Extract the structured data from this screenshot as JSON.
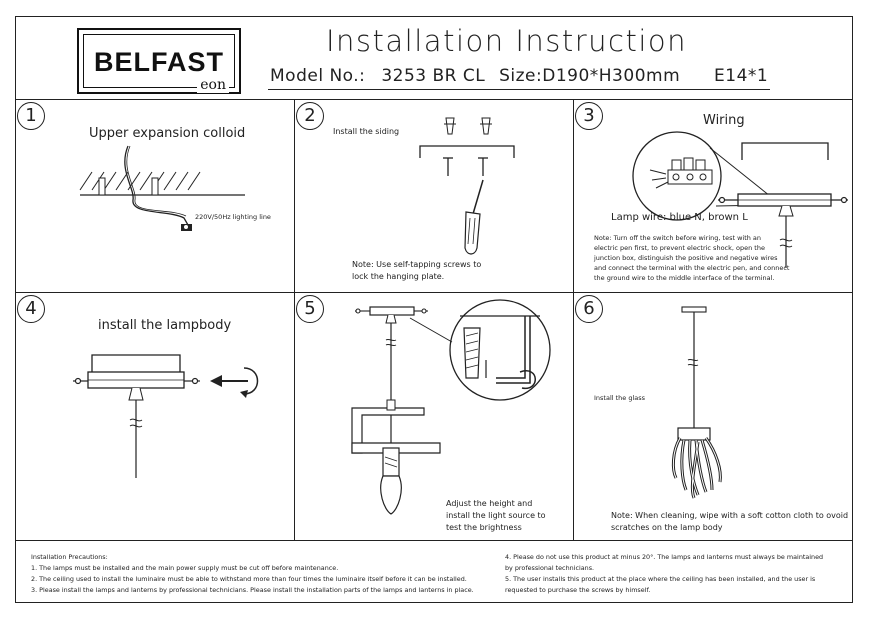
{
  "logo": {
    "main": "BELFAST",
    "sub": "eon"
  },
  "header": {
    "title": "Installation Instruction",
    "model_label": "Model No.:",
    "model_value": "3253 BR CL",
    "size_label": "Size:",
    "size_value": "D190*H300mm",
    "bulb": "E14*1"
  },
  "steps": [
    {
      "number": "1",
      "title": "Upper expansion colloid",
      "note": "220V/50Hz lighting line"
    },
    {
      "number": "2",
      "title": "Install the siding",
      "note_line1": "Note: Use self-tapping screws to",
      "note_line2": "lock the hanging plate."
    },
    {
      "number": "3",
      "title": "Wiring",
      "wire_label": "Lamp wire: blue N, brown L",
      "note_lines": [
        "Note: Turn off the switch before wiring, test with an",
        "electric pen first, to prevent electric shock, open the",
        "junction box, distinguish the positive and negative wires",
        "and connect the terminal with the electric pen, and connect",
        "the ground wire to the middle interface of the terminal."
      ]
    },
    {
      "number": "4",
      "title": "install the lampbody"
    },
    {
      "number": "5",
      "note_lines": [
        "Adjust the height and",
        "install the light source to",
        "test the brightness"
      ]
    },
    {
      "number": "6",
      "title": "Install the glass",
      "note_line1": "Note: When cleaning, wipe with a soft cotton cloth to ovoid",
      "note_line2": "scratches on the lamp body"
    }
  ],
  "precautions": {
    "heading": "Installation Precautions:",
    "left": [
      "1. The lamps must be installed and the main power supply must be cut off before maintenance.",
      "2. The ceiling used to install the luminaire must be able to withstand more than four times the luminaire itself before it can be installed.",
      "3. Please install the lamps and lanterns by professional technicians. Please install the installation parts of the lamps and lanterns in place."
    ],
    "right": [
      "4. Please do not use this product at minus 20°. The lamps and lanterns must always be maintained",
      "by professional technicians.",
      "5. The user installs this product at the place where the ceiling has been installed, and the user is",
      "requested to purchase the screws by himself."
    ]
  }
}
